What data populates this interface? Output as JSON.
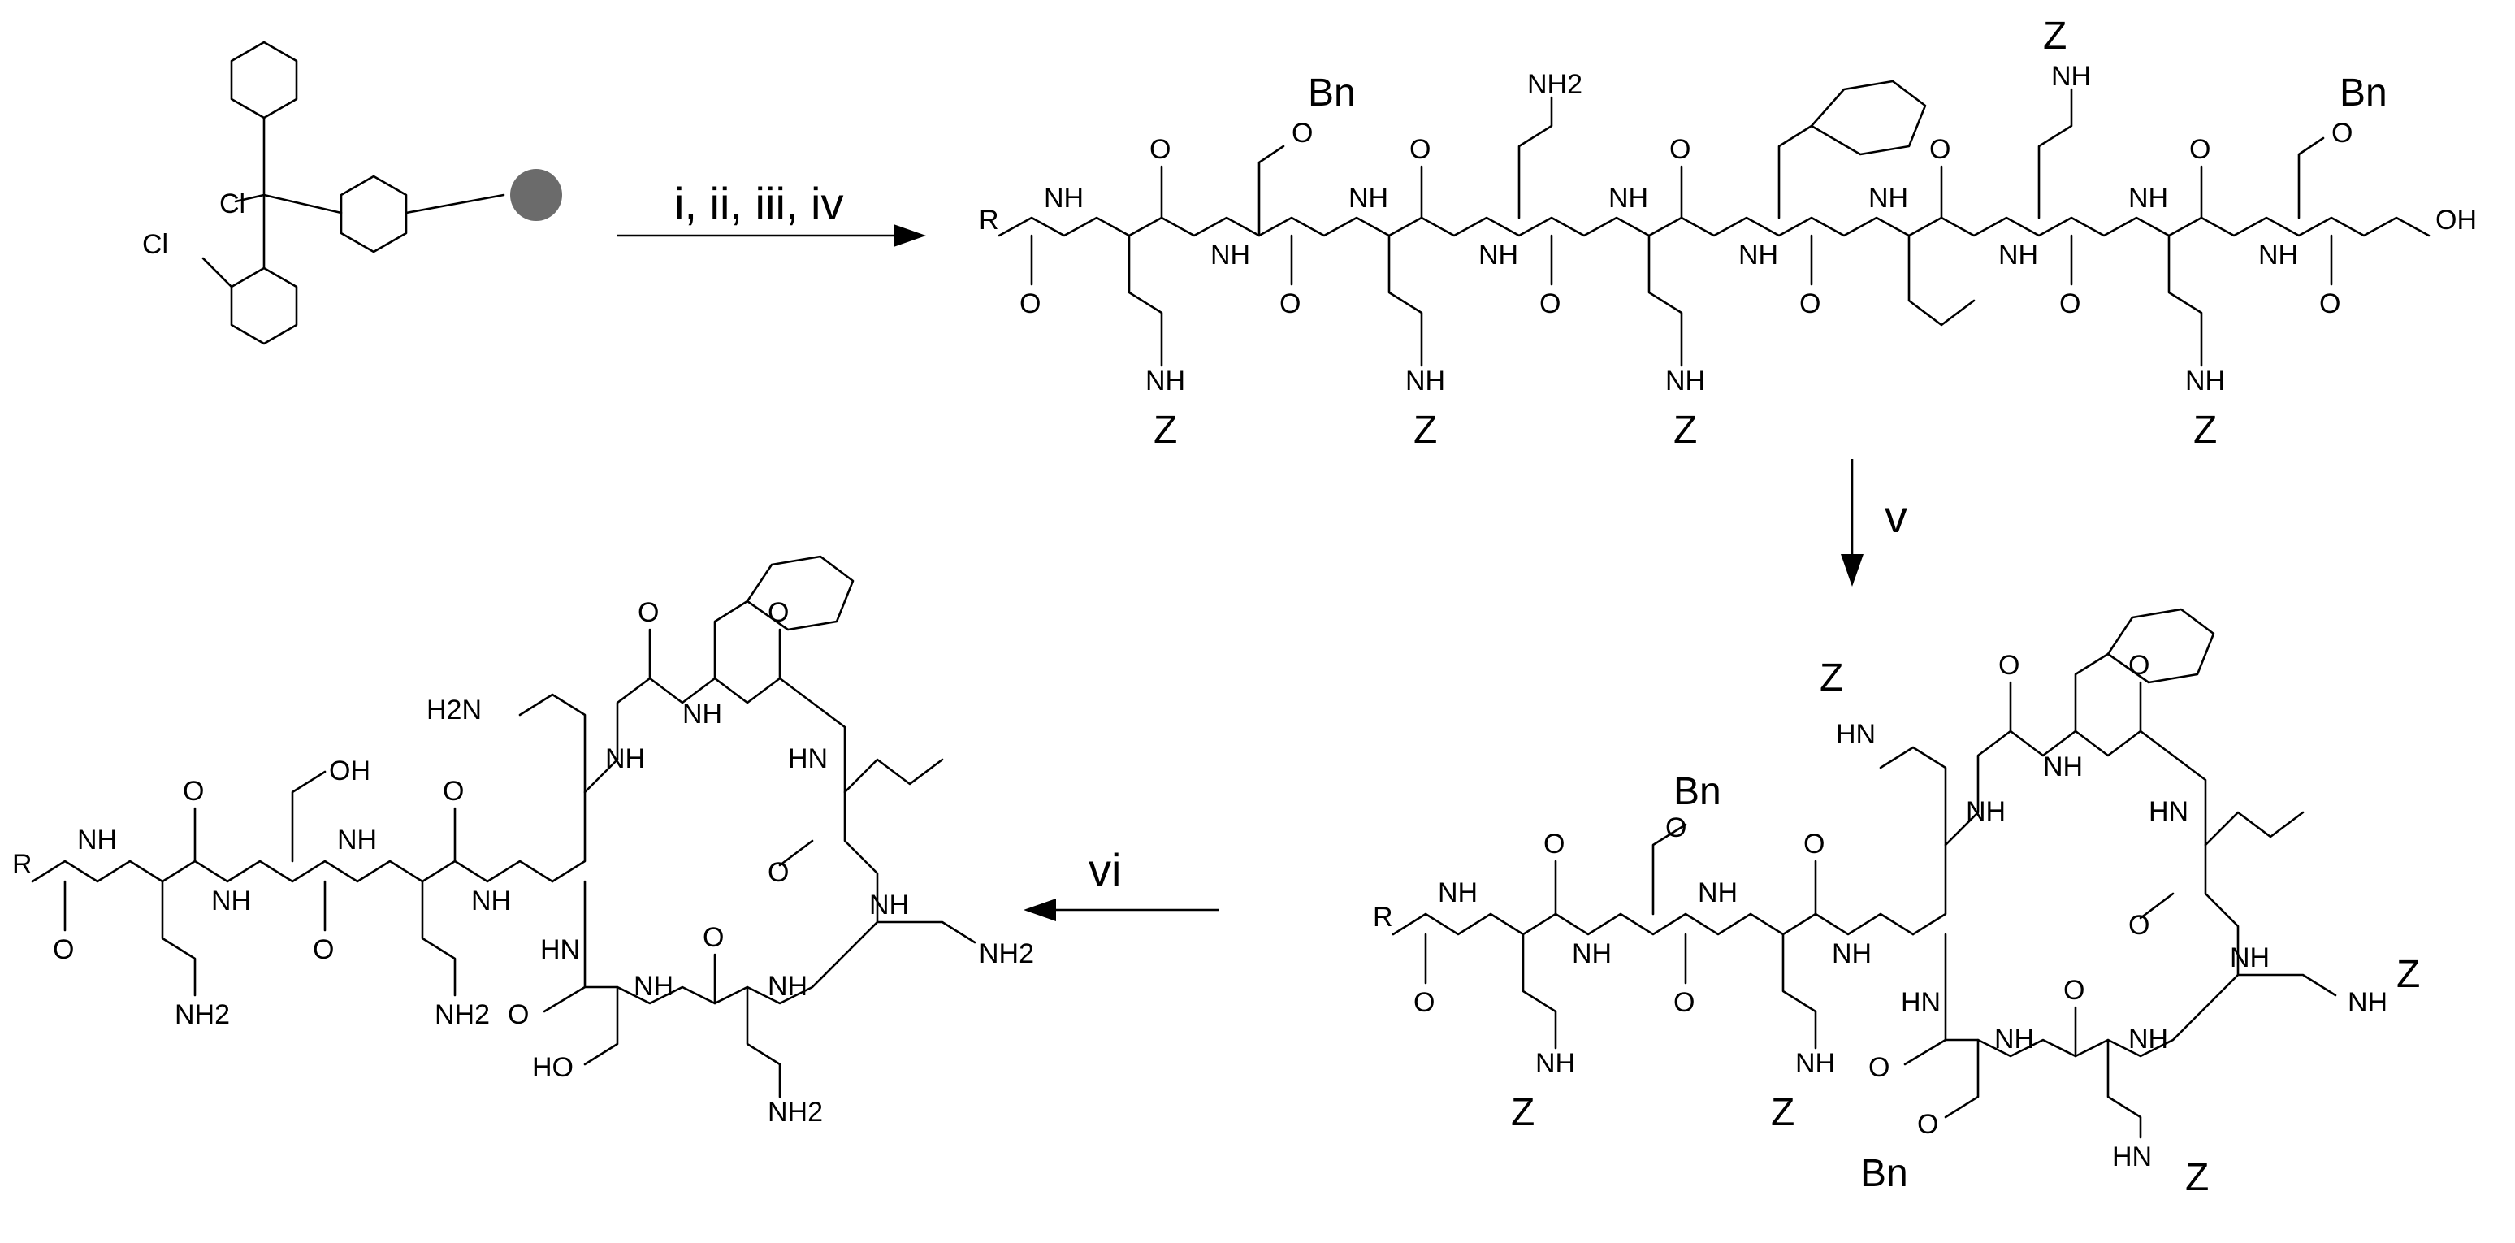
{
  "reagent_labels": {
    "step1": "i, ii, iii, iv",
    "step2": "v",
    "step3": "vi"
  },
  "resin": {
    "cl_atom_1": "Cl",
    "cl_atom_2": "Cl"
  },
  "linear_peptide": {
    "r_group": "R",
    "protecting_group": "Z",
    "benzyl": "Bn",
    "amine": "NH",
    "free_amine": "NH2",
    "oxygen": "O",
    "terminal_acid": "OH"
  },
  "cyclic_protected": {
    "r_group": "R",
    "protecting_group": "Z",
    "benzyl": "Bn",
    "amine": "NH",
    "ring_amine": "HN",
    "oxygen": "O"
  },
  "cyclic_deprotected": {
    "r_group": "R",
    "amine": "NH",
    "free_amine": "NH2",
    "free_amine_left": "H2N",
    "hydroxyl": "OH",
    "hydroxyl_left": "HO",
    "ring_amine": "HN",
    "oxygen": "O"
  },
  "colors": {
    "ink": "#000000",
    "resin_bead": "#6b6b6b"
  }
}
